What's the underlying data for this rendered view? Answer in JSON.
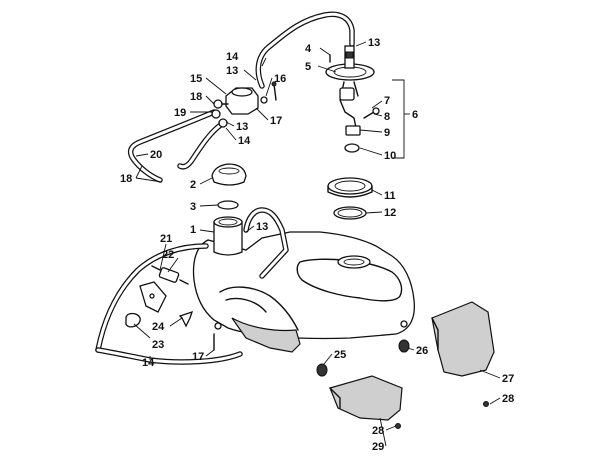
{
  "callouts": [
    {
      "id": "c1",
      "text": "1"
    },
    {
      "id": "c2",
      "text": "2"
    },
    {
      "id": "c3",
      "text": "3"
    },
    {
      "id": "c4",
      "text": "4"
    },
    {
      "id": "c5",
      "text": "5"
    },
    {
      "id": "c6",
      "text": "6"
    },
    {
      "id": "c7",
      "text": "7"
    },
    {
      "id": "c8",
      "text": "8"
    },
    {
      "id": "c9",
      "text": "9"
    },
    {
      "id": "c10",
      "text": "10"
    },
    {
      "id": "c11",
      "text": "11"
    },
    {
      "id": "c12",
      "text": "12"
    },
    {
      "id": "c13a",
      "text": "13"
    },
    {
      "id": "c13b",
      "text": "13"
    },
    {
      "id": "c13c",
      "text": "13"
    },
    {
      "id": "c13d",
      "text": "13"
    },
    {
      "id": "c14a",
      "text": "14"
    },
    {
      "id": "c14b",
      "text": "14"
    },
    {
      "id": "c14c",
      "text": "14"
    },
    {
      "id": "c15",
      "text": "15"
    },
    {
      "id": "c16",
      "text": "16"
    },
    {
      "id": "c17a",
      "text": "17"
    },
    {
      "id": "c17b",
      "text": "17"
    },
    {
      "id": "c18a",
      "text": "18"
    },
    {
      "id": "c18b",
      "text": "18"
    },
    {
      "id": "c19",
      "text": "19"
    },
    {
      "id": "c20",
      "text": "20"
    },
    {
      "id": "c21",
      "text": "21"
    },
    {
      "id": "c22",
      "text": "22"
    },
    {
      "id": "c23",
      "text": "23"
    },
    {
      "id": "c24",
      "text": "24"
    },
    {
      "id": "c25",
      "text": "25"
    },
    {
      "id": "c26",
      "text": "26"
    },
    {
      "id": "c27",
      "text": "27"
    },
    {
      "id": "c28a",
      "text": "28"
    },
    {
      "id": "c28b",
      "text": "28"
    },
    {
      "id": "c29",
      "text": "29"
    }
  ]
}
